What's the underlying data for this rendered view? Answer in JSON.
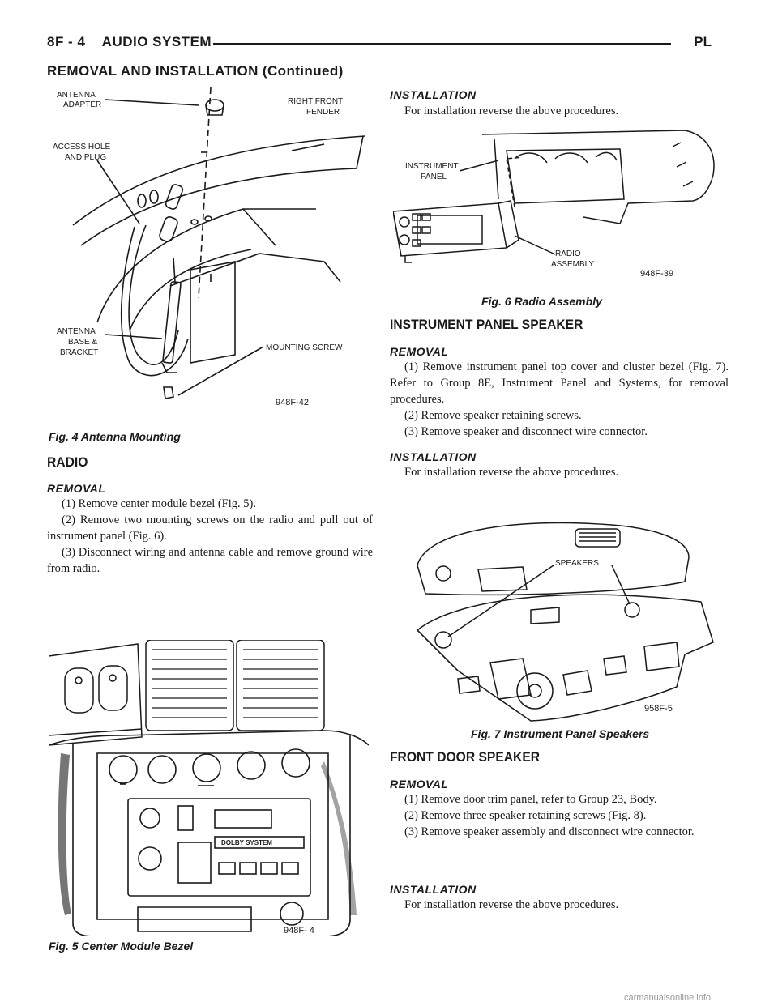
{
  "header": {
    "left": "8F - 4    AUDIO SYSTEM",
    "right": "PL"
  },
  "continued_title": "REMOVAL AND INSTALLATION (Continued)",
  "fig4": {
    "caption": "Fig. 4 Antenna Mounting",
    "code": "948F-42",
    "labels": {
      "antenna_adapter_1": "ANTENNA",
      "antenna_adapter_2": "ADAPTER",
      "right_front_1": "RIGHT FRONT",
      "right_front_2": "FENDER",
      "access_1": "ACCESS HOLE",
      "access_2": "AND PLUG",
      "base_1": "ANTENNA",
      "base_2": "BASE &",
      "base_3": "BRACKET",
      "screw": "MOUNTING SCREW"
    }
  },
  "radio": {
    "title": "RADIO",
    "removal_title": "REMOVAL",
    "steps": [
      "(1) Remove center module bezel (Fig. 5).",
      "(2) Remove two mounting screws on the radio and pull out of instrument panel (Fig. 6).",
      "(3)  Disconnect wiring and antenna cable and remove ground wire from radio."
    ],
    "installation_title": "INSTALLATION",
    "installation_text": "For installation reverse the above procedures."
  },
  "fig5": {
    "caption": "Fig. 5 Center Module Bezel",
    "code": "948F- 4",
    "dolby": "DOLBY SYSTEM"
  },
  "fig6": {
    "caption": "Fig. 6 Radio Assembly",
    "code": "948F-39",
    "labels": {
      "ip_1": "INSTRUMENT",
      "ip_2": "PANEL",
      "radio_1": "RADIO",
      "radio_2": "ASSEMBLY"
    }
  },
  "ip_speaker": {
    "title": "INSTRUMENT PANEL SPEAKER",
    "removal_title": "REMOVAL",
    "steps": [
      "(1) Remove instrument panel top cover and cluster bezel (Fig. 7). Refer to Group 8E, Instrument Panel and Systems, for removal procedures.",
      "(2) Remove speaker retaining screws.",
      "(3) Remove speaker and disconnect wire connector."
    ],
    "installation_title": "INSTALLATION",
    "installation_text": "For installation reverse the above procedures."
  },
  "fig7": {
    "caption": "Fig. 7 Instrument Panel Speakers",
    "code": "958F-5",
    "label": "SPEAKERS"
  },
  "door_speaker": {
    "title": "FRONT DOOR SPEAKER",
    "removal_title": "REMOVAL",
    "steps": [
      "(1) Remove door trim panel, refer to Group 23, Body.",
      "(2) Remove three speaker retaining screws (Fig. 8).",
      "(3) Remove speaker assembly and disconnect wire connector."
    ],
    "installation_title": "INSTALLATION",
    "installation_text": "For installation reverse the above procedures."
  },
  "footer": "carmanualsonline.info"
}
